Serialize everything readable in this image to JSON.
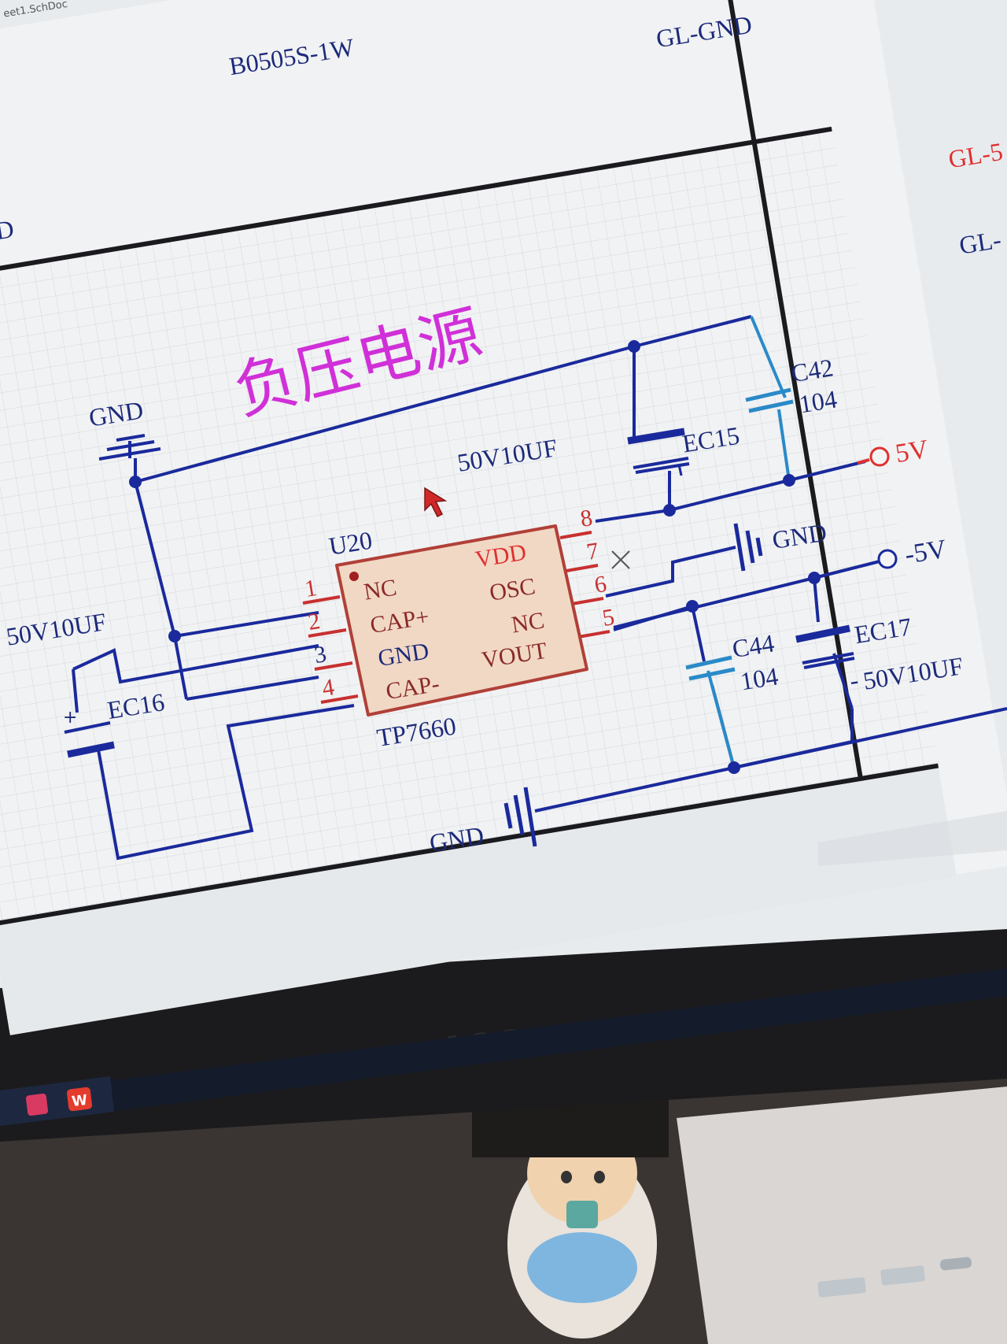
{
  "window": {
    "tab_title": "eet1.SchDoc"
  },
  "sheet": {
    "title": "负压电源",
    "part_top": "B0505S-1W",
    "net_top": "GL-GND",
    "net_right_1": "GL-5",
    "net_right_2": "GL-",
    "edge_letter": "D"
  },
  "ic": {
    "designator": "U20",
    "part": "TP7660",
    "left_pins": [
      {
        "num": "1",
        "name": "NC"
      },
      {
        "num": "2",
        "name": "CAP+"
      },
      {
        "num": "3",
        "name": "GND"
      },
      {
        "num": "4",
        "name": "CAP-"
      }
    ],
    "right_pins": [
      {
        "num": "8",
        "name": "VDD"
      },
      {
        "num": "7",
        "name": "OSC"
      },
      {
        "num": "6",
        "name": "NC"
      },
      {
        "num": "5",
        "name": "VOUT"
      }
    ]
  },
  "components": {
    "ec15": {
      "ref": "EC15",
      "value": "50V10UF"
    },
    "c42": {
      "ref": "C42",
      "value": "104"
    },
    "ec16": {
      "ref": "EC16",
      "value": "50V10UF"
    },
    "c44": {
      "ref": "C44",
      "value": "104"
    },
    "ec17": {
      "ref": "EC17",
      "value": "50V10UF"
    }
  },
  "nets": {
    "gnd_left": "GND",
    "gnd_right": "GND",
    "gnd_bottom": "GND",
    "pos_supply": "5V",
    "neg_supply": "-5V"
  },
  "monitor": {
    "brand": "AOC"
  },
  "colors": {
    "wire": "#1a2a9c",
    "cap": "#2a8ac8",
    "pin": "#c83030",
    "chip_fill": "#f1d8c4",
    "chip_border": "#b04038",
    "title": "#d030d8",
    "net_label_red": "#e03030",
    "text_navy": "#1c2a7a"
  }
}
